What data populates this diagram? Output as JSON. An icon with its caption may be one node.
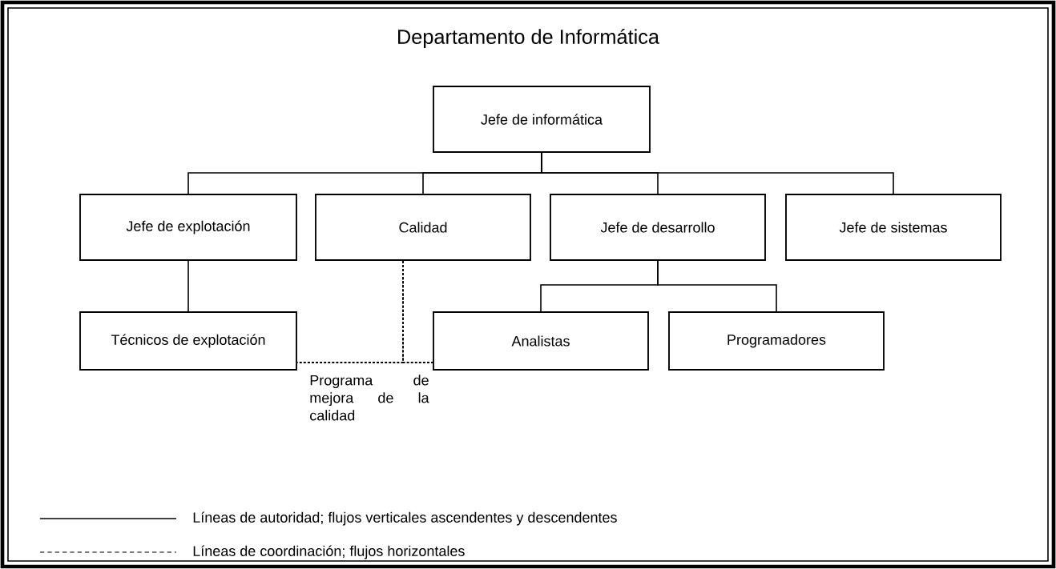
{
  "diagram": {
    "title": "Departamento de Informática",
    "nodes": [
      {
        "text": [
          "Jefe de informática"
        ]
      },
      {
        "text": [
          "Jefe de explotación"
        ]
      },
      {
        "text": [
          "Calidad"
        ]
      },
      {
        "text": [
          "Jefe de desarrollo"
        ]
      },
      {
        "text": [
          "Jefe de sistemas"
        ]
      },
      {
        "text": [
          "Técnicos de explotación"
        ]
      },
      {
        "text": [
          "Analistas"
        ]
      },
      {
        "text": [
          "Programadores"
        ]
      }
    ],
    "edges": [
      {
        "from": 0,
        "to": 1,
        "arrow": "none"
      },
      {
        "from": 0,
        "to": 2,
        "arrow": "none"
      },
      {
        "from": 0,
        "to": 3,
        "arrow": "none"
      },
      {
        "from": 0,
        "to": 4,
        "arrow": "none"
      },
      {
        "from": 1,
        "to": 5,
        "arrow": "none"
      },
      {
        "from": 3,
        "to": 6,
        "arrow": "none"
      },
      {
        "from": 3,
        "to": 7,
        "arrow": "none"
      },
      {
        "from": 2,
        "to": 5,
        "arrow": "none",
        "style": "dashed"
      },
      {
        "from": 2,
        "to": 6,
        "arrow": "none",
        "style": "dashed"
      }
    ],
    "labels": [
      "Programa de mejora de la calidad"
    ],
    "legend": [
      {
        "text": "Líneas de autoridad; flujos verticales ascendentes y descendentes"
      },
      {
        "text": "Líneas de coordinación; flujos horizontales"
      }
    ]
  }
}
